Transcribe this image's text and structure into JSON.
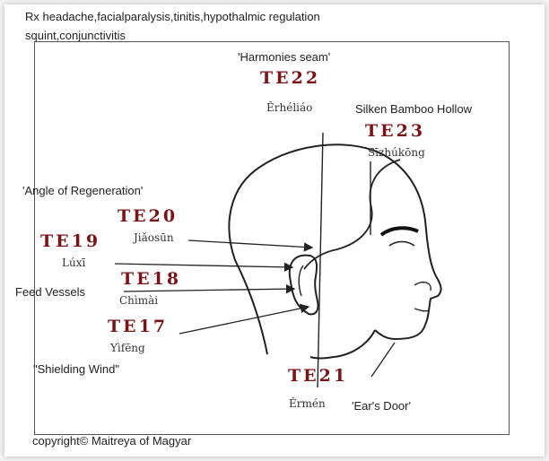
{
  "header": {
    "indications_line1": "Rx headache,facialparalysis,tinitis,hypothalmic regulation",
    "indications_line2": "squint,conjunctivitis"
  },
  "points": [
    {
      "id": "TE22",
      "code": "TE22",
      "pinyin": "Ěrhéliáo",
      "name": "'Harmonies seam'"
    },
    {
      "id": "TE23",
      "code": "TE23",
      "pinyin": "Sīzhúkōng",
      "name": "Silken Bamboo Hollow"
    },
    {
      "id": "TE20",
      "code": "TE20",
      "pinyin": "Jiǎosūn",
      "name": "'Angle of Regeneration'"
    },
    {
      "id": "TE19",
      "code": "TE19",
      "pinyin": "Lúxī",
      "name": ""
    },
    {
      "id": "TE18",
      "code": "TE18",
      "pinyin": "Chìmài",
      "name": "Feed Vessels"
    },
    {
      "id": "TE17",
      "code": "TE17",
      "pinyin": "Yìfēng",
      "name": "\"Shielding Wind\""
    },
    {
      "id": "TE21",
      "code": "TE21",
      "pinyin": "Ěrmén",
      "name": "'Ear's Door'"
    }
  ],
  "footer": {
    "copyright": "copyright© Maitreya of Magyar"
  }
}
